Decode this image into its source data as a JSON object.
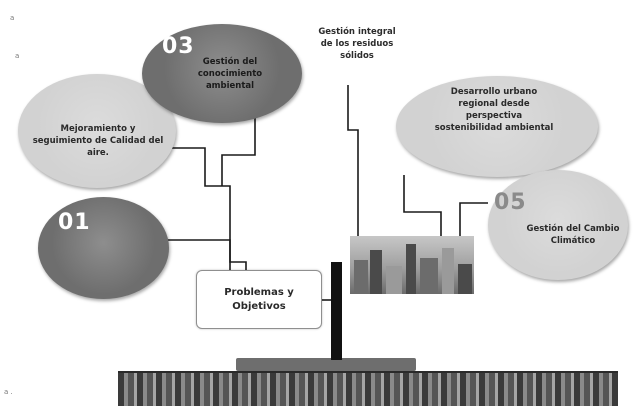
{
  "center": {
    "label": "Problemas y Objetivos"
  },
  "nodes": [
    {
      "number": "01",
      "label": ""
    },
    {
      "number": "",
      "label": "Mejoramiento y seguimiento de Calidad del aire."
    },
    {
      "number": "03",
      "label": "Gestión del conocimiento ambiental"
    },
    {
      "number": "",
      "label": "Gestión integral de los residuos sólidos"
    },
    {
      "number": "",
      "label": "Desarrollo urbano regional desde perspectiva sostenibilidad ambiental"
    },
    {
      "number": "05",
      "label": "Gestión del Cambio Climático"
    }
  ],
  "colors": {
    "dark_bubble": "#6e6e6e",
    "light_bubble": "#d2d2d2",
    "trunk": "#111111"
  }
}
